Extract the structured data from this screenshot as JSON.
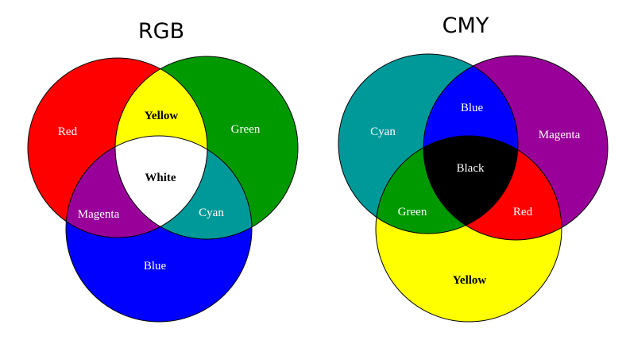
{
  "rgb": {
    "title": "RGB",
    "circles": {
      "red": "Red",
      "green": "Green",
      "blue": "Blue"
    },
    "overlaps": {
      "yellow": "Yellow",
      "magenta": "Magenta",
      "cyan": "Cyan",
      "center": "White"
    },
    "colors": {
      "red": "#ff0000",
      "green": "#009900",
      "blue": "#0000ff",
      "yellow": "#ffff00",
      "magenta": "#990099",
      "cyan": "#009999",
      "center": "#ffffff"
    }
  },
  "cmy": {
    "title": "CMY",
    "circles": {
      "cyan": "Cyan",
      "magenta": "Magenta",
      "yellow": "Yellow"
    },
    "overlaps": {
      "blue": "Blue",
      "green": "Green",
      "red": "Red",
      "center": "Black"
    },
    "colors": {
      "cyan": "#009999",
      "magenta": "#990099",
      "yellow": "#ffff00",
      "blue": "#0000ff",
      "green": "#009900",
      "red": "#ff0000",
      "center": "#000000"
    }
  }
}
